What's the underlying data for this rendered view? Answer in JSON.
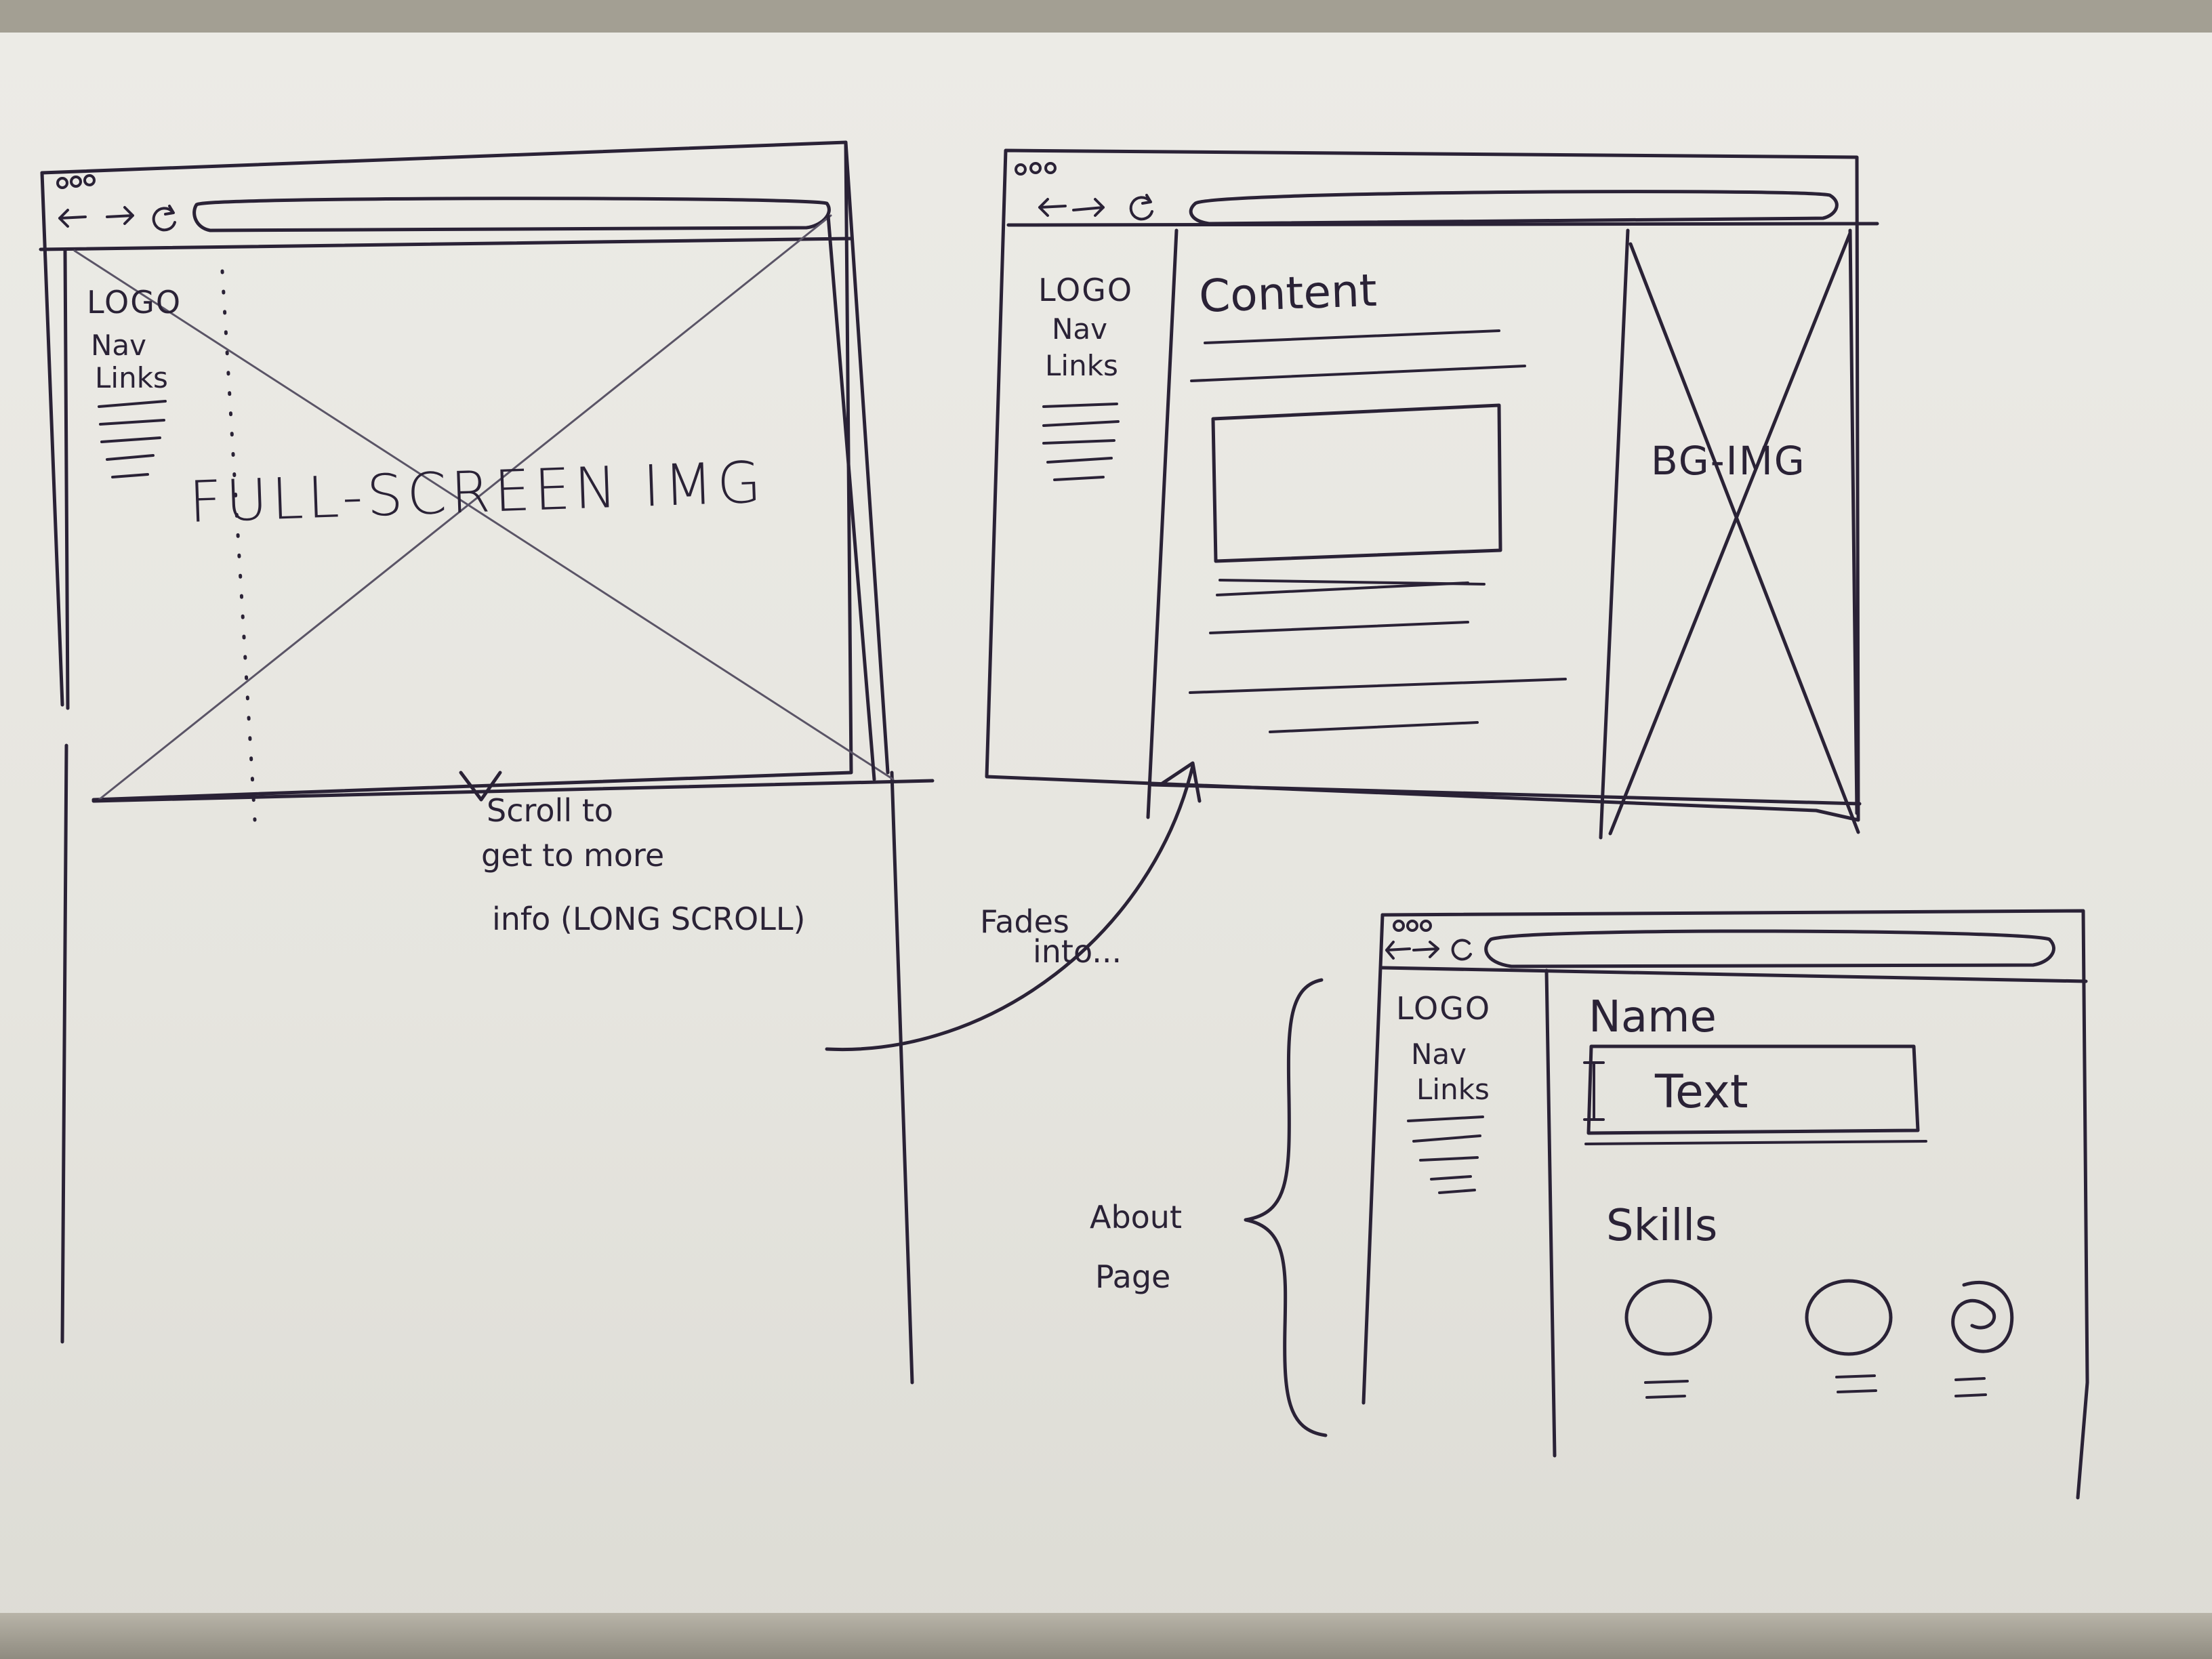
{
  "wireframe_home": {
    "logo": "LOGO",
    "nav_line1": "Nav",
    "nav_line2": "Links",
    "hero_label": "FULL-SCREEN IMG"
  },
  "scroll_note": {
    "line1": "Scroll to",
    "line2": "get to more",
    "line3": "info (LONG SCROLL)"
  },
  "fade_note": {
    "line1": "Fades",
    "line2": "into..."
  },
  "wireframe_content": {
    "logo": "LOGO",
    "nav_line1": "Nav",
    "nav_line2": "Links",
    "content_heading": "Content",
    "bg_image_label": "BG-IMG"
  },
  "about_note": {
    "line1": "About",
    "line2": "Page"
  },
  "wireframe_about": {
    "logo": "LOGO",
    "nav_line1": "Nav",
    "nav_line2": "Links",
    "name_label": "Name",
    "text_field": "Text",
    "skills_heading": "Skills"
  }
}
